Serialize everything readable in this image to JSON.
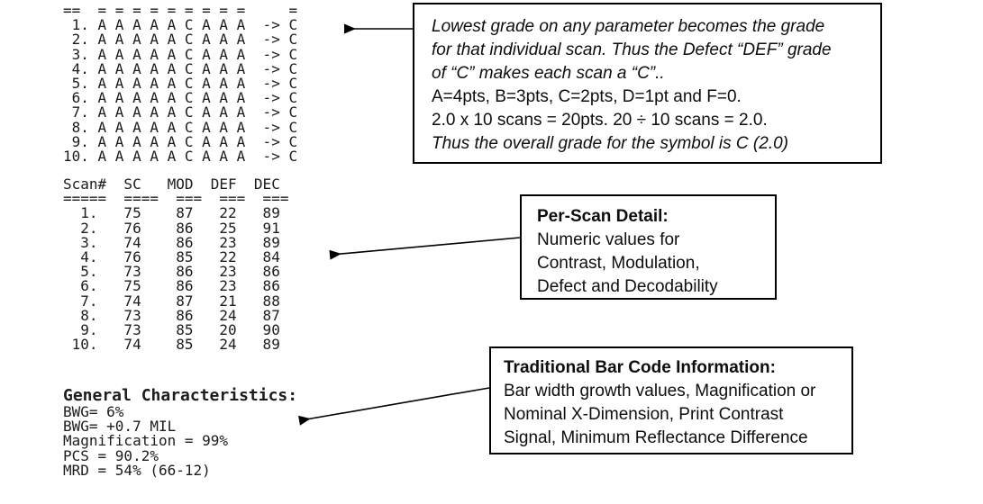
{
  "page": {
    "background": "#ffffff",
    "text_color": "#1c1c1c",
    "border_color": "#000000"
  },
  "scan_grade_summary": {
    "header_rule": "==  = = = = = = = = =     =",
    "arrow_glyph": "->",
    "scans": [
      {
        "num": "1",
        "grades": [
          "A",
          "A",
          "A",
          "A",
          "A",
          "C",
          "A",
          "A",
          "A"
        ],
        "overall": "C"
      },
      {
        "num": "2",
        "grades": [
          "A",
          "A",
          "A",
          "A",
          "A",
          "C",
          "A",
          "A",
          "A"
        ],
        "overall": "C"
      },
      {
        "num": "3",
        "grades": [
          "A",
          "A",
          "A",
          "A",
          "A",
          "C",
          "A",
          "A",
          "A"
        ],
        "overall": "C"
      },
      {
        "num": "4",
        "grades": [
          "A",
          "A",
          "A",
          "A",
          "A",
          "C",
          "A",
          "A",
          "A"
        ],
        "overall": "C"
      },
      {
        "num": "5",
        "grades": [
          "A",
          "A",
          "A",
          "A",
          "A",
          "C",
          "A",
          "A",
          "A"
        ],
        "overall": "C"
      },
      {
        "num": "6",
        "grades": [
          "A",
          "A",
          "A",
          "A",
          "A",
          "C",
          "A",
          "A",
          "A"
        ],
        "overall": "C"
      },
      {
        "num": "7",
        "grades": [
          "A",
          "A",
          "A",
          "A",
          "A",
          "C",
          "A",
          "A",
          "A"
        ],
        "overall": "C"
      },
      {
        "num": "8",
        "grades": [
          "A",
          "A",
          "A",
          "A",
          "A",
          "C",
          "A",
          "A",
          "A"
        ],
        "overall": "C"
      },
      {
        "num": "9",
        "grades": [
          "A",
          "A",
          "A",
          "A",
          "A",
          "C",
          "A",
          "A",
          "A"
        ],
        "overall": "C"
      },
      {
        "num": "10",
        "grades": [
          "A",
          "A",
          "A",
          "A",
          "A",
          "C",
          "A",
          "A",
          "A"
        ],
        "overall": "C"
      }
    ]
  },
  "per_scan_table": {
    "columns": [
      "Scan#",
      "SC",
      "MOD",
      "DEF",
      "DEC"
    ],
    "underline": "=====  ====  ===  ===  ===",
    "rows": [
      {
        "scan": "1",
        "sc": 75,
        "mod": 87,
        "def": 22,
        "dec": 89
      },
      {
        "scan": "2",
        "sc": 76,
        "mod": 86,
        "def": 25,
        "dec": 91
      },
      {
        "scan": "3",
        "sc": 74,
        "mod": 86,
        "def": 23,
        "dec": 89
      },
      {
        "scan": "4",
        "sc": 76,
        "mod": 85,
        "def": 22,
        "dec": 84
      },
      {
        "scan": "5",
        "sc": 73,
        "mod": 86,
        "def": 23,
        "dec": 86
      },
      {
        "scan": "6",
        "sc": 75,
        "mod": 86,
        "def": 23,
        "dec": 86
      },
      {
        "scan": "7",
        "sc": 74,
        "mod": 87,
        "def": 21,
        "dec": 88
      },
      {
        "scan": "8",
        "sc": 73,
        "mod": 86,
        "def": 24,
        "dec": 87
      },
      {
        "scan": "9",
        "sc": 73,
        "mod": 85,
        "def": 20,
        "dec": 90
      },
      {
        "scan": "10",
        "sc": 74,
        "mod": 85,
        "def": 24,
        "dec": 89
      }
    ]
  },
  "general_characteristics": {
    "title": "General Characteristics:",
    "lines": [
      "BWG= 6%",
      "BWG= +0.7 MIL",
      "Magnification = 99%",
      "PCS = 90.2%",
      "MRD = 54% (66-12)"
    ]
  },
  "callouts": {
    "grade_rule": {
      "lines": [
        {
          "text": "Lowest grade on any parameter becomes the grade",
          "style": "italic"
        },
        {
          "text": "for that individual scan. Thus the Defect “DEF” grade",
          "style": "italic"
        },
        {
          "text": "of “C” makes each scan a “C”..",
          "style": "italic"
        },
        {
          "text": "A=4pts, B=3pts, C=2pts, D=1pt and F=0.",
          "style": "normal"
        },
        {
          "text": "2.0 x 10 scans = 20pts.  20 ÷ 10 scans = 2.0.",
          "style": "normal"
        },
        {
          "text": "Thus the overall grade for the symbol is C (2.0)",
          "style": "italic"
        }
      ]
    },
    "per_scan_detail": {
      "title": "Per-Scan Detail:",
      "lines": [
        "Numeric values for",
        "Contrast, Modulation,",
        "Defect and Decodability"
      ]
    },
    "traditional_info": {
      "title": "Traditional Bar Code Information:",
      "lines": [
        "Bar width growth values, Magnification or",
        "Nominal X-Dimension, Print Contrast",
        "Signal, Minimum Reflectance Difference"
      ]
    }
  }
}
